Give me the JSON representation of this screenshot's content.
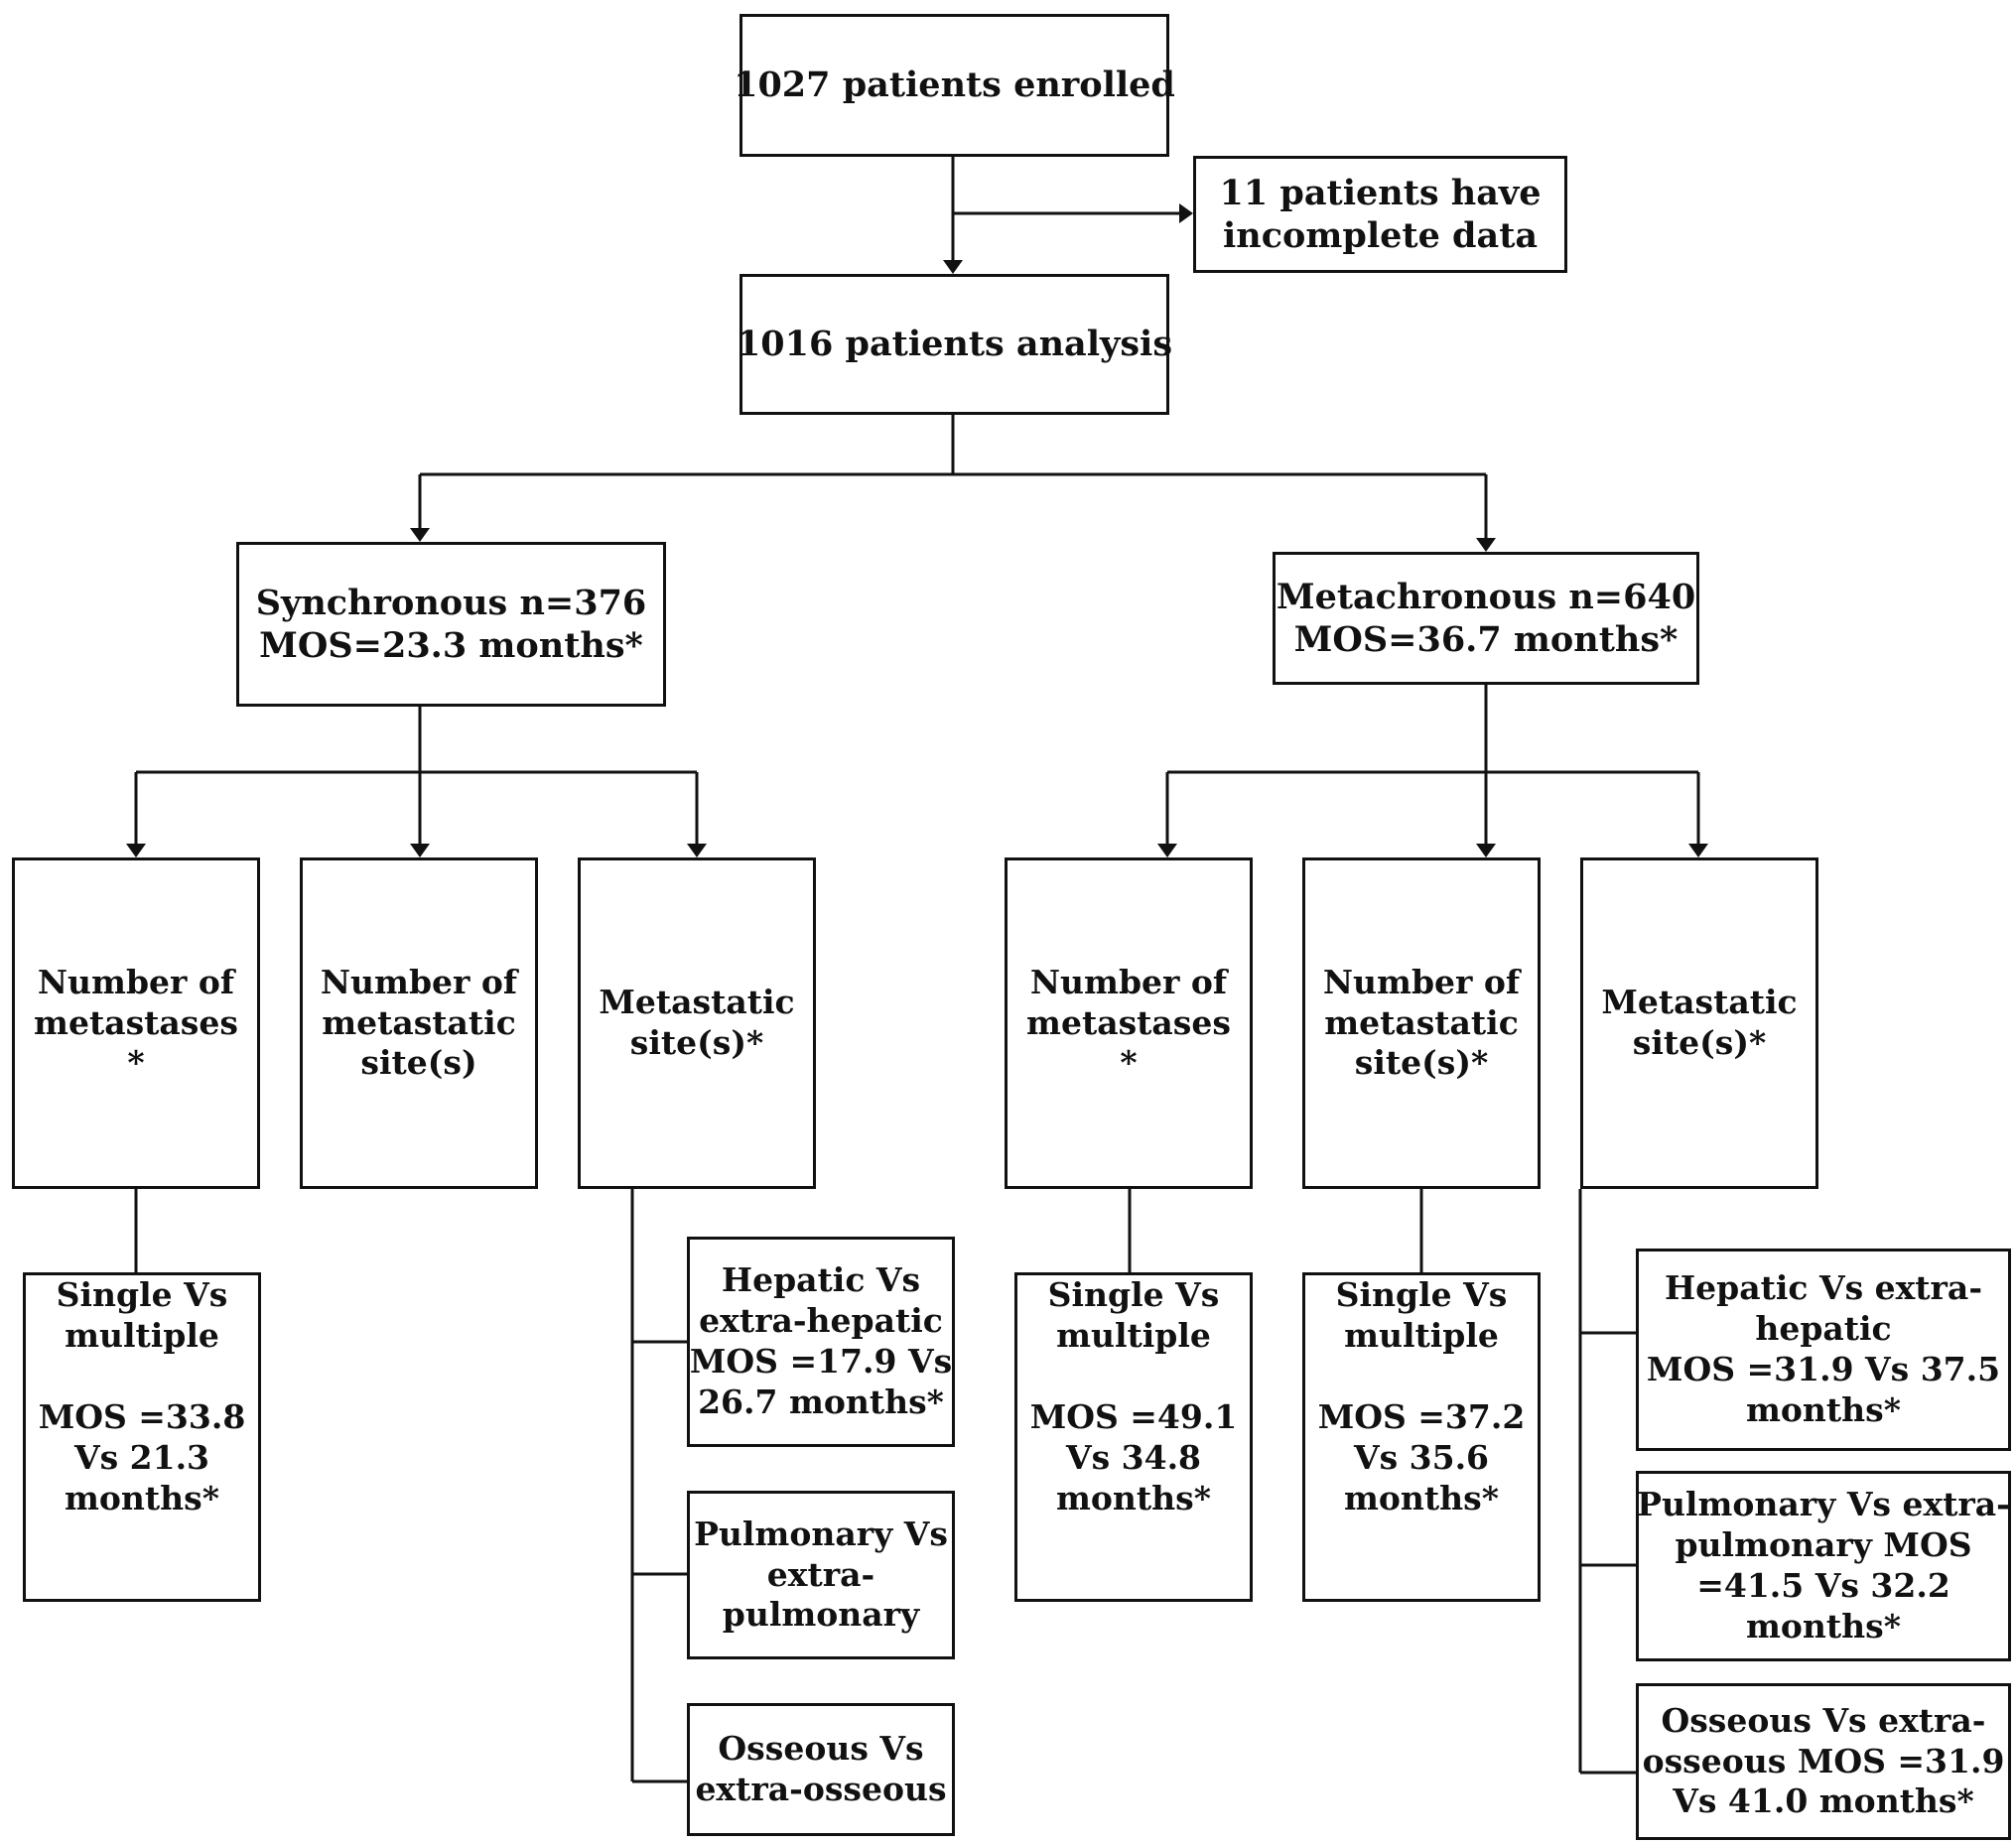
{
  "boxes": {
    "enrolled": [
      "1027 patients enrolled"
    ],
    "excluded": [
      "11 patients have",
      "incomplete data"
    ],
    "analysis": [
      "1016 patients analysis"
    ],
    "synchronous": [
      "Synchronous n=376",
      "MOS=23.3 months*"
    ],
    "metachronous": [
      "Metachronous n=640",
      "MOS=36.7 months*"
    ],
    "sync_num_metastases": [
      "Number of",
      "metastases",
      "*"
    ],
    "sync_num_sites": [
      "Number of",
      "metastatic",
      "site(s)"
    ],
    "sync_sites": [
      "Metastatic",
      "site(s)*"
    ],
    "meta_num_metastases": [
      "Number of",
      "metastases",
      "*"
    ],
    "meta_num_sites": [
      "Number of",
      "metastatic",
      "site(s)*"
    ],
    "meta_sites": [
      "Metastatic",
      "site(s)*"
    ],
    "sync_single_multiple": [
      "Single Vs",
      "multiple",
      "",
      "MOS =33.8",
      "Vs 21.3",
      "months*"
    ],
    "sync_hepatic": [
      "Hepatic Vs",
      "extra-hepatic",
      "MOS =17.9 Vs",
      "26.7 months*"
    ],
    "sync_pulmonary": [
      "Pulmonary Vs",
      "extra-",
      "pulmonary"
    ],
    "sync_osseous": [
      "Osseous Vs",
      "extra-osseous"
    ],
    "meta_num_single_multiple": [
      "Single Vs",
      "multiple",
      "",
      "MOS =49.1",
      "Vs 34.8",
      "months*"
    ],
    "meta_sites_single_multiple": [
      "Single Vs",
      "multiple",
      "",
      "MOS =37.2",
      "Vs 35.6",
      "months*"
    ],
    "meta_hepatic": [
      "Hepatic Vs extra-",
      "hepatic",
      "MOS =31.9 Vs 37.5",
      "months*"
    ],
    "meta_pulmonary": [
      "Pulmonary Vs extra-",
      "pulmonary MOS",
      "=41.5 Vs 32.2",
      "months*"
    ],
    "meta_osseous": [
      "Osseous Vs extra-",
      "osseous MOS =31.9",
      "Vs 41.0 months*"
    ]
  }
}
